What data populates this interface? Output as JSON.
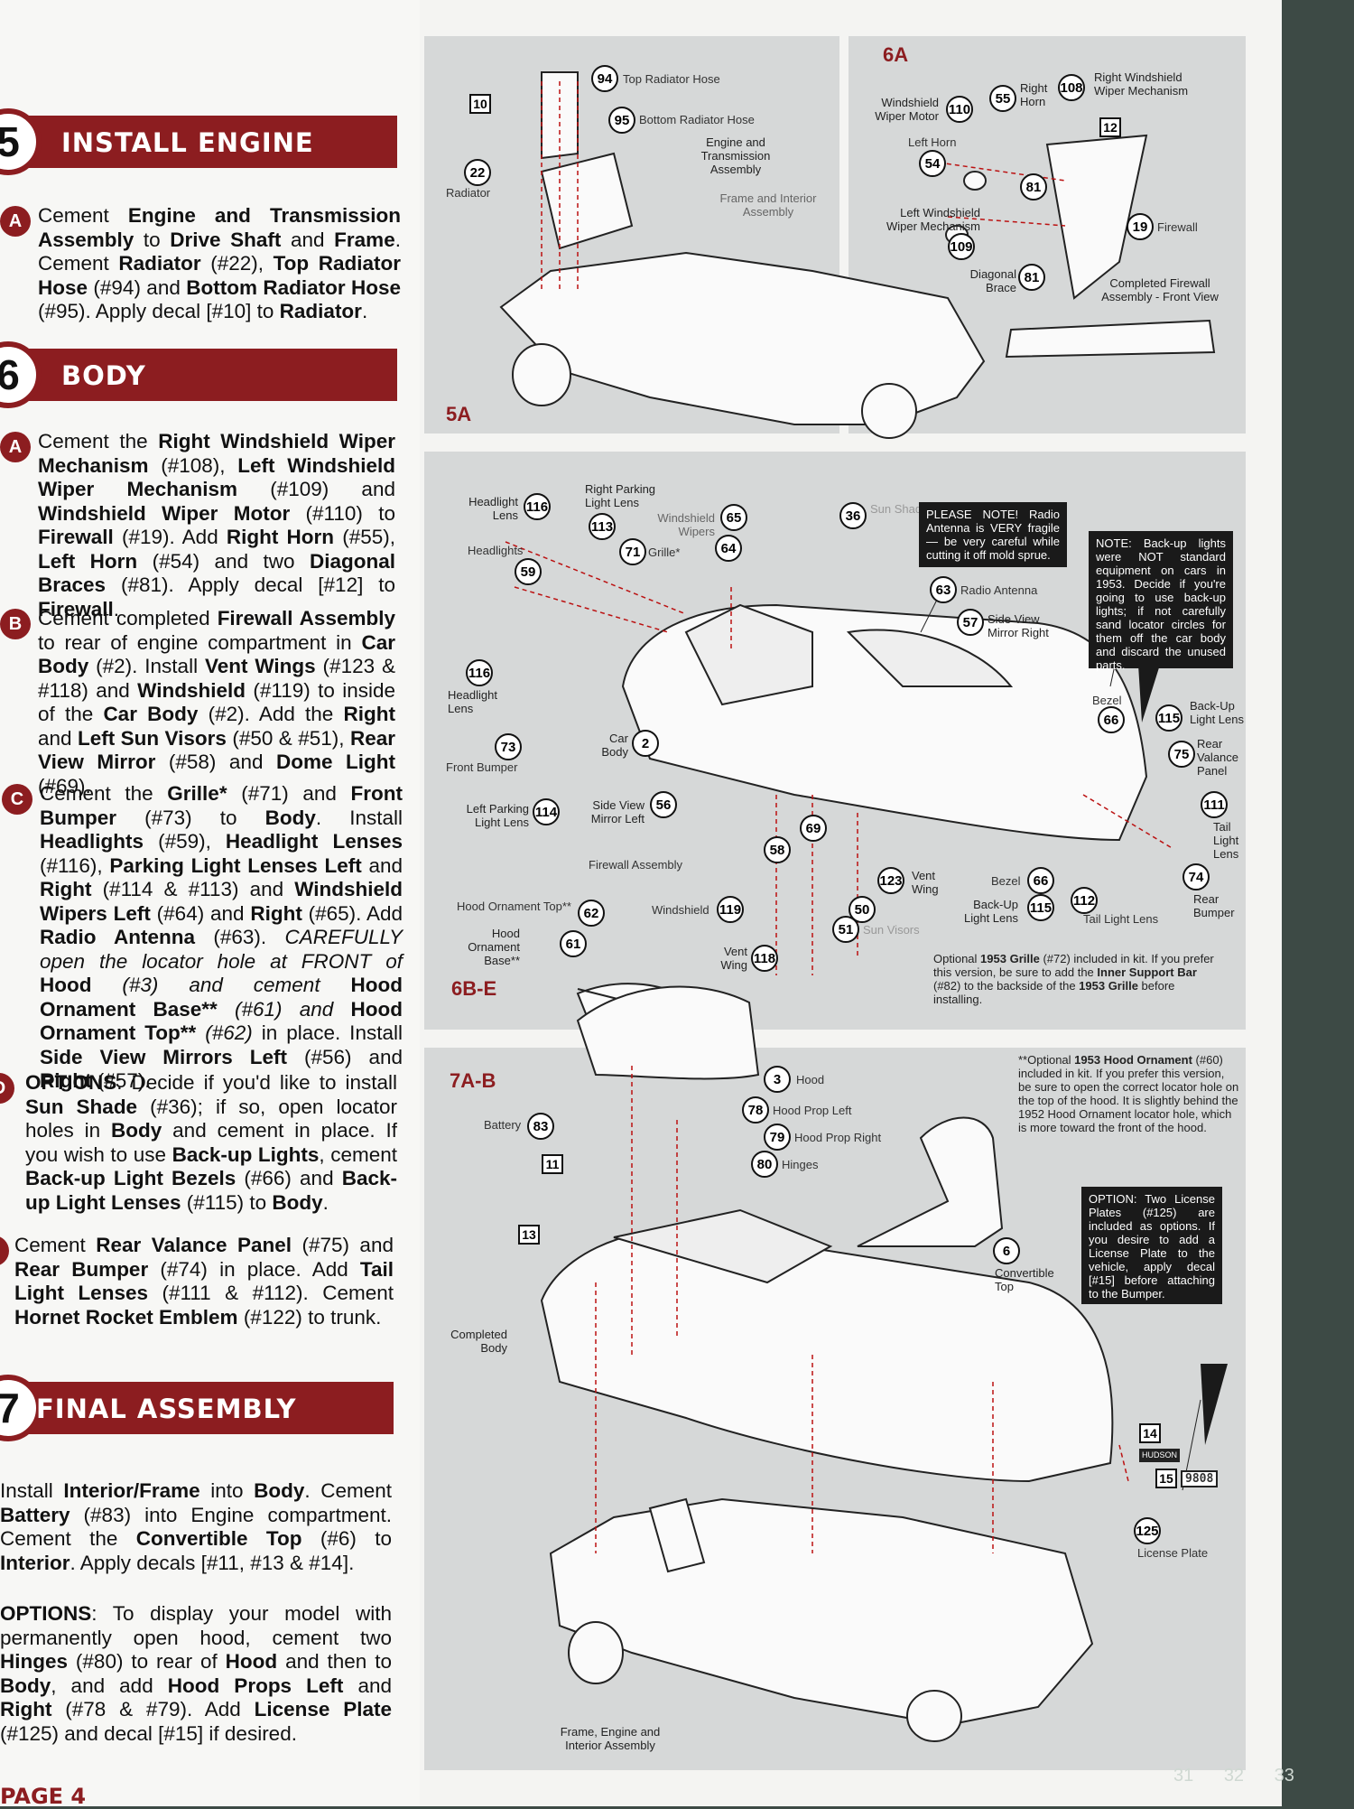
{
  "sections": {
    "s5": {
      "num": "5",
      "title": "INSTALL ENGINE"
    },
    "s6": {
      "num": "6",
      "title": "BODY"
    },
    "s7": {
      "num": "7",
      "title": "FINAL ASSEMBLY"
    }
  },
  "steps": {
    "s5a": {
      "badge": "A"
    },
    "s6a": {
      "badge": "A"
    },
    "s6b": {
      "badge": "B"
    },
    "s6c": {
      "badge": "C"
    },
    "s6d": {
      "badge": "D"
    },
    "s6e": {
      "badge": "E"
    }
  },
  "panels": {
    "p5a": "5A",
    "p6a": "6A",
    "p6be": "6B-E",
    "p7ab": "7A-B"
  },
  "labels": {
    "top_radiator_hose": "Top Radiator Hose",
    "bottom_radiator_hose": "Bottom Radiator Hose",
    "engine_trans": "Engine and Transmission Assembly",
    "frame_interior": "Frame and Interior Assembly",
    "radiator": "Radiator",
    "ws_wiper_motor": "Windshield Wiper Motor",
    "right_horn": "Right Horn",
    "right_ws_wiper_mech": "Right Windshield Wiper Mechanism",
    "left_horn": "Left Horn",
    "left_ws_wiper_mech": "Left Windshield Wiper Mechanism",
    "diagonal_brace": "Diagonal Brace",
    "firewall": "Firewall",
    "completed_firewall": "Completed Firewall Assembly - Front View",
    "headlight_lens": "Headlight Lens",
    "headlights": "Headlights",
    "right_parking_lens": "Right Parking Light Lens",
    "windshield_wipers": "Windshield Wipers",
    "grille": "Grille*",
    "sun_shade": "Sun Shade",
    "radio_antenna": "Radio Antenna",
    "side_view_right": "Side View Mirror Right",
    "headlight_lens_2": "Headlight Lens",
    "front_bumper": "Front Bumper",
    "car_body": "Car Body",
    "bezel": "Bezel",
    "backup_lens": "Back-Up Light Lens",
    "rear_valance": "Rear Valance Panel",
    "tail_light_lens": "Tail Light Lens",
    "left_parking_lens": "Left Parking Light Lens",
    "side_view_left": "Side View Mirror Left",
    "firewall_assembly": "Firewall Assembly",
    "hood_ornament_top": "Hood Ornament Top**",
    "hood_ornament_base": "Hood Ornament Base**",
    "windshield": "Windshield",
    "vent_wing": "Vent Wing",
    "sun_visors": "Sun Visors",
    "vent_wing_2": "Vent Wing",
    "bezel_2": "Bezel",
    "backup_lens_2": "Back-Up Light Lens",
    "tail_light_lens_2": "Tail Light Lens",
    "rear_bumper": "Rear Bumper",
    "hood": "Hood",
    "hood_prop_left": "Hood Prop Left",
    "hood_prop_right": "Hood Prop Right",
    "hinges": "Hinges",
    "battery": "Battery",
    "convertible_top": "Convertible Top",
    "completed_body": "Completed Body",
    "license_plate": "License Plate",
    "frame_engine_interior": "Frame, Engine and Interior Assembly",
    "hudson": "HUDSON",
    "plate_text": "9808"
  },
  "notes": {
    "antenna": "PLEASE NOTE! Radio Antenna is VERY fragile — be very careful while cutting it off mold sprue.",
    "backup": "NOTE: Back-up lights were NOT standard equipment on cars in 1953. Decide if you're going to use back-up lights; if not carefully sand locator circles for them off the car body and discard the unused parts.",
    "license": "OPTION: Two License Plates (#125) are included as options. If you desire to add a License Plate to the vehicle, apply decal [#15] before attaching to the Bumper."
  },
  "footer": {
    "page": "PAGE 4"
  },
  "ruler": [
    "31",
    "32",
    "33"
  ]
}
